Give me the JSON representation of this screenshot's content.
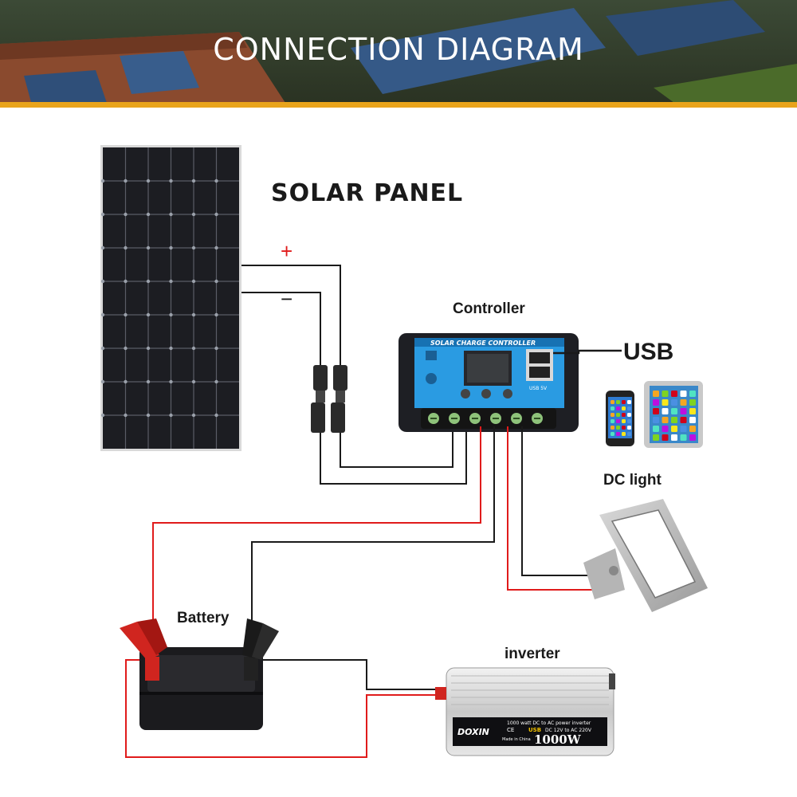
{
  "header": {
    "title": "CONNECTION  DIAGRAM"
  },
  "labels": {
    "solar_panel": "SOLAR  PANEL",
    "plus": "+",
    "minus": "−",
    "controller": "Controller",
    "usb": "USB",
    "dc_light": "DC light",
    "battery": "Battery",
    "inverter": "inverter"
  },
  "controller_face": {
    "title": "SOLAR CHARGE CONTROLLER",
    "usb_port_text": "USB 5V"
  },
  "inverter_face": {
    "brand": "DOXIN",
    "desc": "1000 watt DC to AC power inverter",
    "spec_usb": "USB",
    "spec": "DC 12V to AC 220V",
    "made": "Made in China",
    "watts": "1000W",
    "ce": "CE"
  },
  "colors": {
    "positive_wire": "#e01b1b",
    "negative_wire": "#1a1a1a",
    "accent_bar": "#e9a41b",
    "controller_screen": "#1d8fd8",
    "solar_cell": "#1c1d22"
  }
}
